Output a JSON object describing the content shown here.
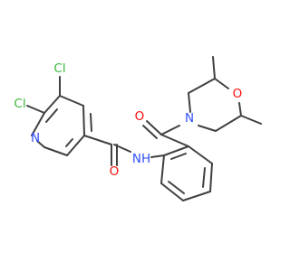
{
  "structure": {
    "atoms": {
      "cl_upper": {
        "text": "Cl",
        "color": "#3cb83c"
      },
      "cl_lower": {
        "text": "Cl",
        "color": "#3cb83c"
      },
      "n_ring": {
        "text": "N",
        "color": "#3050f8"
      },
      "nh": {
        "text": "NH",
        "color": "#3050f8"
      },
      "o_carbonyl_amide": {
        "text": "O",
        "color": "#ff0d0d"
      },
      "o_carbonyl_ketone": {
        "text": "O",
        "color": "#ff0d0d"
      },
      "n_morpholine": {
        "text": "N",
        "color": "#3050f8"
      },
      "o_morpholine": {
        "text": "O",
        "color": "#ff0d0d"
      }
    },
    "bond_color": "#404040"
  }
}
